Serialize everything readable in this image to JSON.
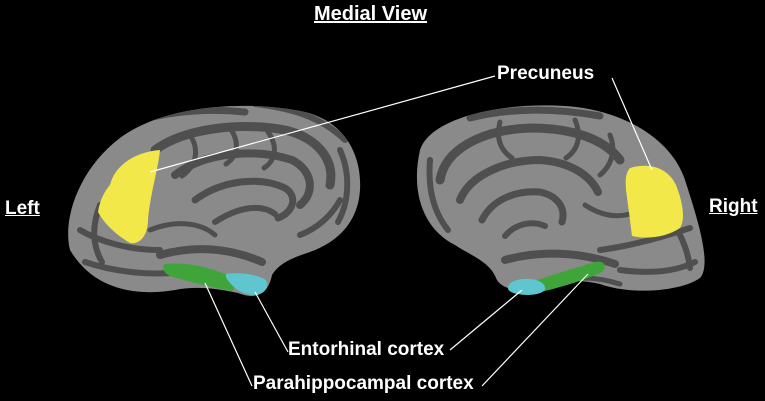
{
  "title": "Medial View",
  "hemispheres": {
    "left": "Left",
    "right": "Right"
  },
  "regions": {
    "precuneus": "Precuneus",
    "entorhinal": "Entorhinal cortex",
    "parahippocampal": "Parahippocampal cortex"
  },
  "colors": {
    "background": "#000000",
    "cortex_light": "#8a8a8a",
    "cortex_dark": "#4f4f4f",
    "precuneus": "#f2e84a",
    "entorhinal": "#5fc6cf",
    "parahippocampal": "#3fa53a",
    "leader_lines": "#ffffff"
  }
}
